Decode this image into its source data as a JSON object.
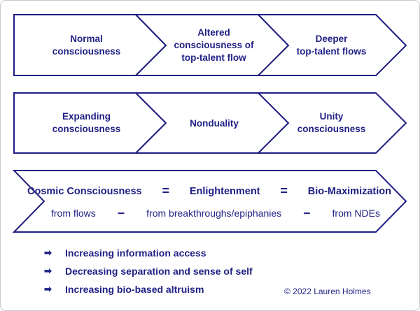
{
  "rows": [
    [
      "Normal\nconsciousness",
      "Altered\nconsciousness of\ntop-talent flow",
      "Deeper\ntop-talent flows"
    ],
    [
      "Expanding\nconsciousness",
      "Nonduality",
      "Unity\nconsciousness"
    ]
  ],
  "equation": {
    "terms": [
      "Cosmic Consciousness",
      "Enlightenment",
      "Bio-Maximization"
    ],
    "operator": "=",
    "sources": [
      "from flows",
      "from breakthroughs/epiphanies",
      "from NDEs"
    ],
    "source_separator": "–"
  },
  "bullets": [
    "Increasing information access",
    "Decreasing separation and sense of self",
    "Increasing bio-based altruism"
  ],
  "bullet_icon": "right-arrow-icon",
  "copyright": "© 2022 Lauren Holmes",
  "colors": {
    "text": "#1f1f84",
    "stroke": "#1f1f84",
    "background": "#ffffff"
  }
}
